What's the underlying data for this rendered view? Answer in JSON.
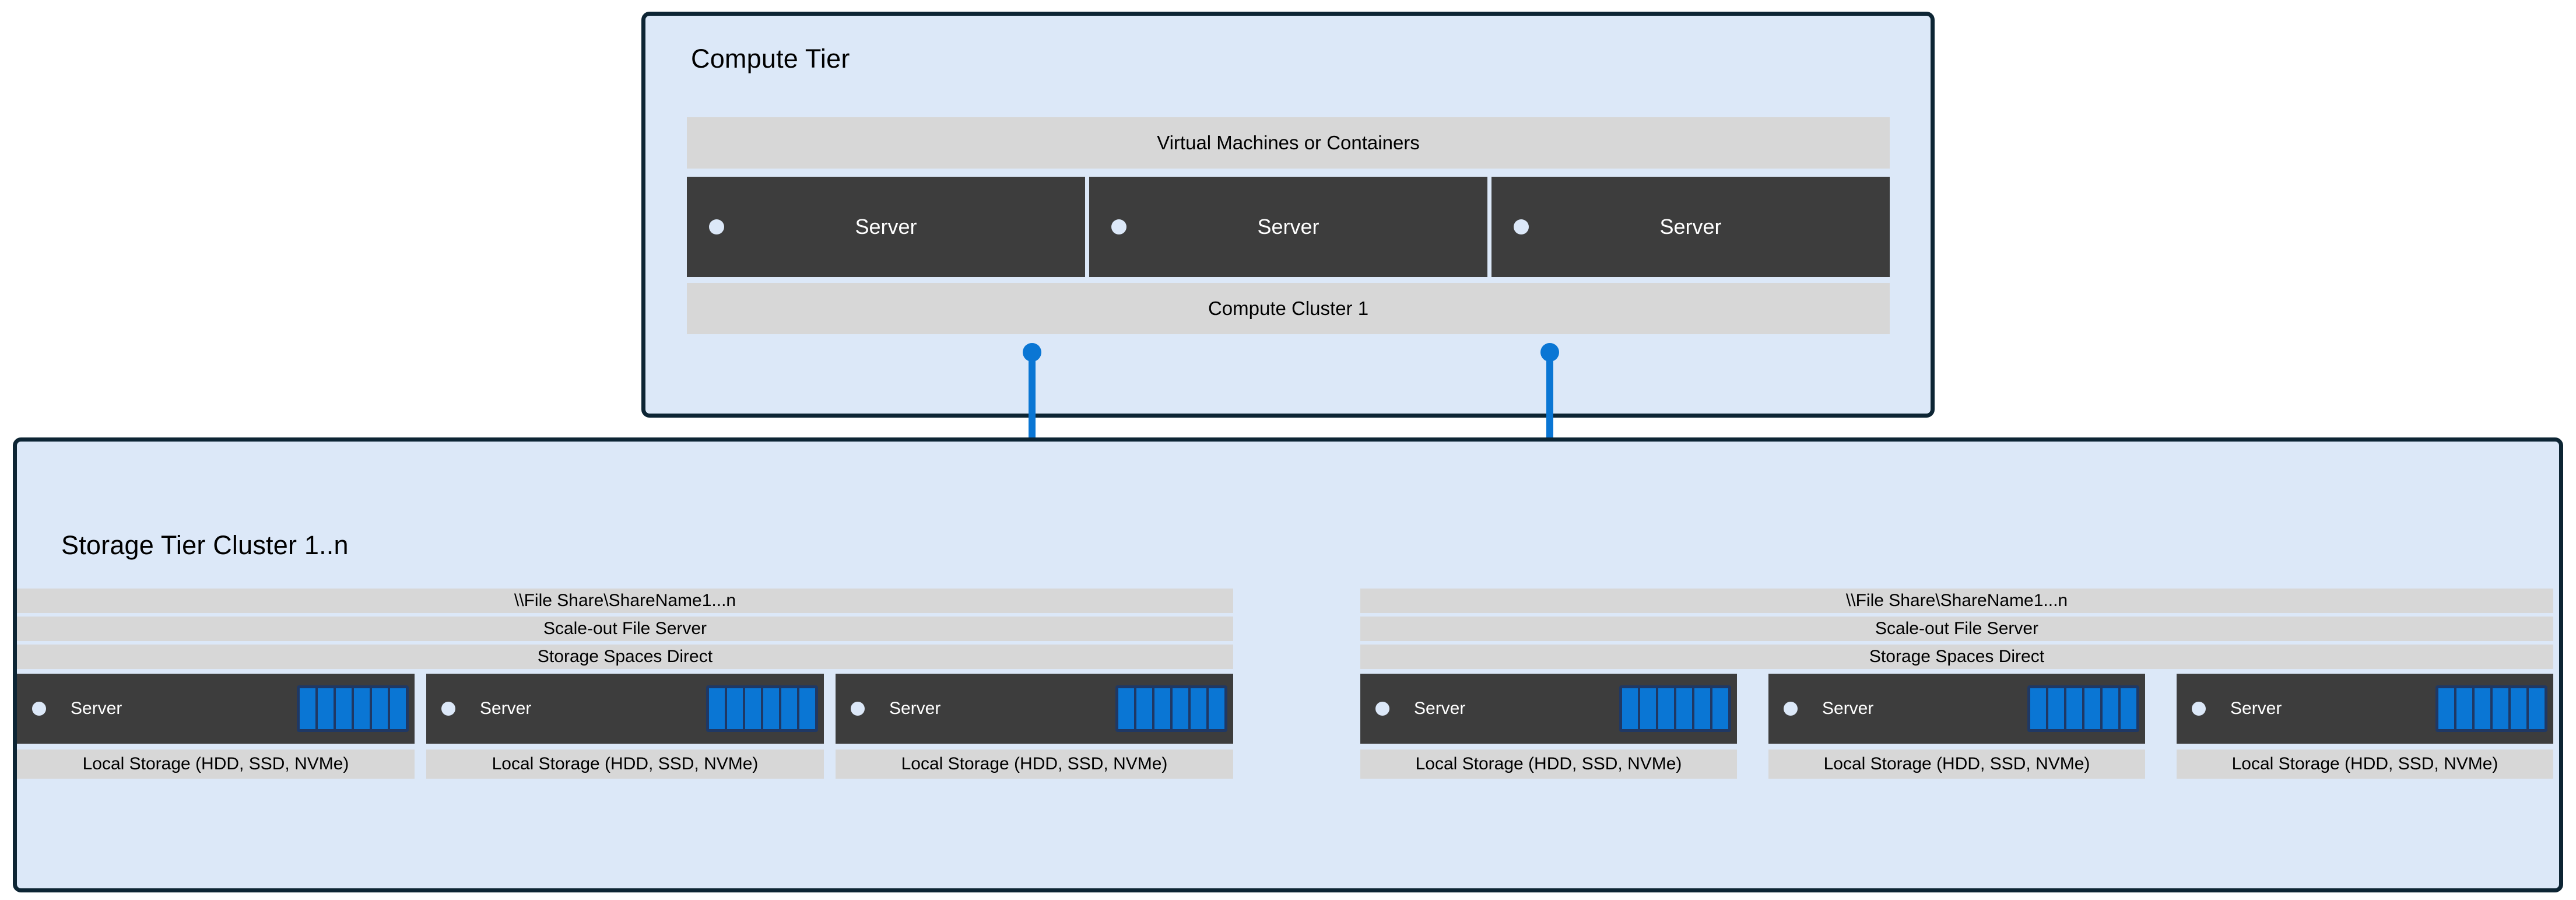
{
  "diagram": {
    "title": "Compute Tier and Storage Tier architecture",
    "colors": {
      "panel_fill": "#dce8f8",
      "panel_border": "#0d2534",
      "label_bar": "#d7d7d7",
      "server_body": "#3d3d3d",
      "server_led": "#dce8f8",
      "accent_blue": "#0a76d4",
      "disk_frame": "#1f3864",
      "text": "#000000",
      "server_text": "#ffffff",
      "page_background": "#ffffff"
    }
  },
  "compute_tier": {
    "title": "Compute Tier",
    "workload_bar": "Virtual Machines or Containers",
    "cluster_bar": "Compute Cluster 1",
    "servers": [
      {
        "label": "Server",
        "led": "status-led"
      },
      {
        "label": "Server",
        "led": "status-led"
      },
      {
        "label": "Server",
        "led": "status-led"
      }
    ]
  },
  "connectors": [
    {
      "name": "compute-to-storage-link-left",
      "icon": "folder-icon",
      "endpoint_top": "link-dot",
      "endpoint_bottom": "link-dot"
    },
    {
      "name": "compute-to-storage-link-right",
      "icon": "folder-icon",
      "endpoint_top": "link-dot",
      "endpoint_bottom": "link-dot"
    }
  ],
  "storage_tier": {
    "title": "Storage Tier Cluster 1..n",
    "clusters": [
      {
        "name": "storage-cluster-left",
        "bars": [
          "\\\\File Share\\ShareName1...n",
          "Scale-out File Server",
          "Storage Spaces Direct"
        ],
        "nodes": [
          {
            "label": "Server",
            "led": "status-led",
            "disk_bays": 6,
            "storage_label": "Local Storage (HDD, SSD, NVMe)"
          },
          {
            "label": "Server",
            "led": "status-led",
            "disk_bays": 6,
            "storage_label": "Local Storage (HDD, SSD, NVMe)"
          },
          {
            "label": "Server",
            "led": "status-led",
            "disk_bays": 6,
            "storage_label": "Local Storage (HDD, SSD, NVMe)"
          }
        ]
      },
      {
        "name": "storage-cluster-right",
        "bars": [
          "\\\\File Share\\ShareName1...n",
          "Scale-out File Server",
          "Storage Spaces Direct"
        ],
        "nodes": [
          {
            "label": "Server",
            "led": "status-led",
            "disk_bays": 6,
            "storage_label": "Local Storage (HDD, SSD, NVMe)"
          },
          {
            "label": "Server",
            "led": "status-led",
            "disk_bays": 6,
            "storage_label": "Local Storage (HDD, SSD, NVMe)"
          },
          {
            "label": "Server",
            "led": "status-led",
            "disk_bays": 6,
            "storage_label": "Local Storage (HDD, SSD, NVMe)"
          }
        ]
      }
    ]
  }
}
